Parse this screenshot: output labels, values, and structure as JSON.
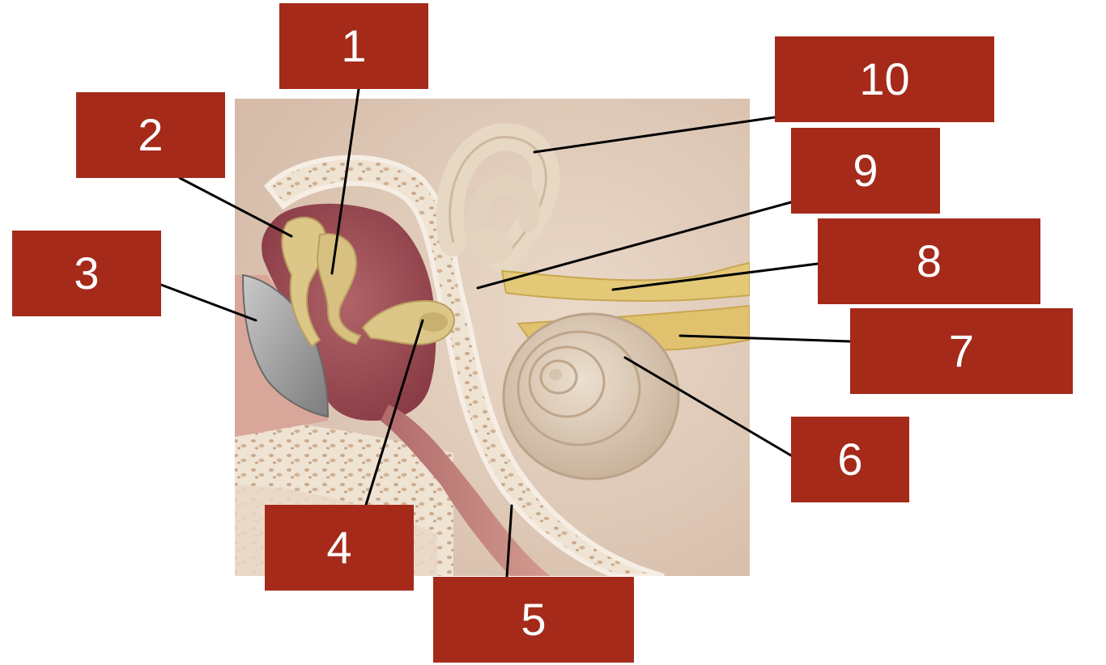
{
  "colors": {
    "label_box": "#a52a1a",
    "label_text": "#ffffff",
    "leader_line": "#000000",
    "background_tissue": "#e2ccbc",
    "bone": "#efe4d4",
    "ossicle": "#dcc688",
    "mucosa": "#9c4d55",
    "tympanic_membrane": "#9a9a9a",
    "nerve": "#e3c877",
    "cochlea": "#dac9b5"
  },
  "labels": [
    {
      "id": "1",
      "text": "1"
    },
    {
      "id": "2",
      "text": "2"
    },
    {
      "id": "3",
      "text": "3"
    },
    {
      "id": "4",
      "text": "4"
    },
    {
      "id": "5",
      "text": "5"
    },
    {
      "id": "6",
      "text": "6"
    },
    {
      "id": "7",
      "text": "7"
    },
    {
      "id": "8",
      "text": "8"
    },
    {
      "id": "9",
      "text": "9"
    },
    {
      "id": "10",
      "text": "10"
    }
  ]
}
